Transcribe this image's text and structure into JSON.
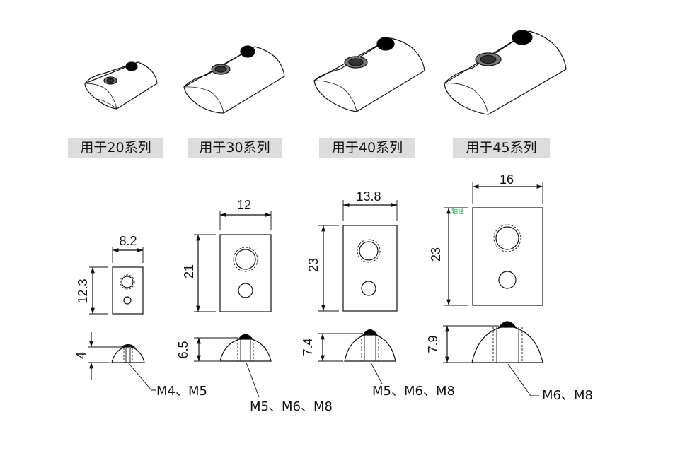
{
  "series_labels": [
    "用于20系列",
    "用于30系列",
    "用于40系列",
    "用于45系列"
  ],
  "top_views": [
    {
      "width": "8.2",
      "height": "12.3"
    },
    {
      "width": "12",
      "height": "21"
    },
    {
      "width": "13.8",
      "height": "23"
    },
    {
      "width": "16",
      "height": "23"
    }
  ],
  "side_views": [
    {
      "height": "4",
      "threads": "M4、M5"
    },
    {
      "height": "6.5",
      "threads": "M5、M6、M8"
    },
    {
      "height": "7.4",
      "threads": "M5、M6、M8"
    },
    {
      "height": "7.9",
      "threads": "M6、M8"
    }
  ],
  "small_note": "轴径",
  "colors": {
    "line": "#111111",
    "label_bg": "#dcdcdc",
    "note": "#2fa84f"
  }
}
